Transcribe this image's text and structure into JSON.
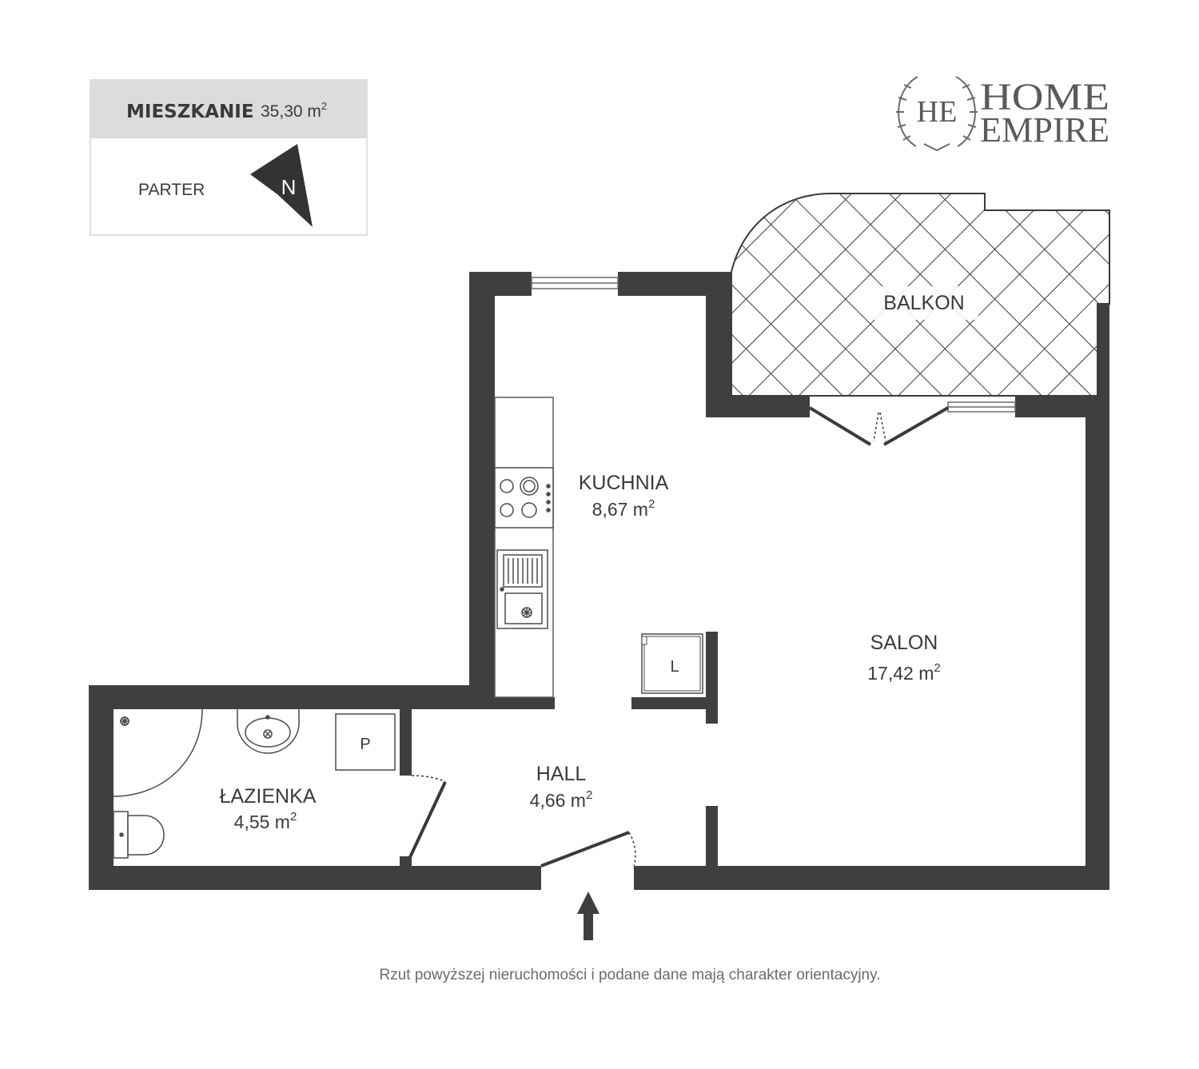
{
  "info_box": {
    "title": "MIESZKANIE",
    "area_value": "35,30 m",
    "area_sup": "2",
    "floor": "PARTER",
    "compass_letter": "N"
  },
  "logo": {
    "monogram": "HE",
    "line1": "HOME",
    "line2": "EMPIRE"
  },
  "rooms": {
    "balkon": {
      "name": "BALKON"
    },
    "kuchnia": {
      "name": "KUCHNIA",
      "area": "8,67 m",
      "sup": "2"
    },
    "salon": {
      "name": "SALON",
      "area": "17,42 m",
      "sup": "2"
    },
    "hall": {
      "name": "HALL",
      "area": "4,66 m",
      "sup": "2"
    },
    "lazienka": {
      "name": "ŁAZIENKA",
      "area": "4,55 m",
      "sup": "2"
    }
  },
  "fixtures": {
    "fridge_label": "L",
    "boiler_label": "P"
  },
  "disclaimer": "Rzut powyższej nieruchomości i podane dane mają charakter orientacyjny.",
  "colors": {
    "wall": "#3f3f40",
    "header_bg": "#dcdcdc",
    "text": "#3a3a3a",
    "line": "#6a6a6a"
  }
}
